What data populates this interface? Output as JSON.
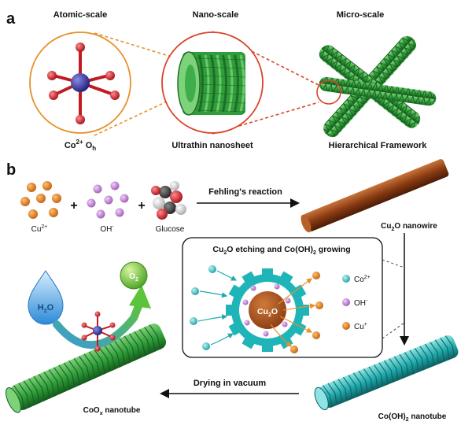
{
  "panels": {
    "a": {
      "letter": "a",
      "scales": {
        "atomic": "Atomic-scale",
        "nano": "Nano-scale",
        "micro": "Micro-scale"
      },
      "captions": {
        "atomic_ion": "Co",
        "atomic_charge": "2+",
        "atomic_geometry": "O",
        "atomic_geometry_sub": "h",
        "nano": "Ultrathin nanosheet",
        "micro": "Hierarchical Framework"
      }
    },
    "b": {
      "letter": "b",
      "reactants": {
        "cu_label": "Cu",
        "cu_charge": "2+",
        "oh_label": "OH",
        "oh_charge": "-",
        "glucose_label": "Glucose",
        "plus": "+"
      },
      "step1": "Fehling's reaction",
      "nanowire": {
        "pre": "Cu",
        "sub": "2",
        "post": "O nanowire"
      },
      "inset": {
        "title_parts": [
          "Cu",
          "2",
          "O etching and Co(OH)",
          "2",
          " growing"
        ],
        "core_pre": "Cu",
        "core_sub": "2",
        "core_post": "O",
        "legend": [
          {
            "label": "Co",
            "sup": "2+",
            "color": "#48c4c8"
          },
          {
            "label": "OH",
            "sup": "-",
            "color": "#c88ad6"
          },
          {
            "label": "Cu",
            "sup": "+",
            "color": "#e07a12"
          }
        ]
      },
      "nanotube_cooh": {
        "pre": "Co(OH)",
        "sub": "2",
        "post": " nanotube"
      },
      "step2": "Drying in vacuum",
      "nanotube_coox": {
        "pre": "CoO",
        "sub": "x",
        "post": " nanotube"
      },
      "water": {
        "pre": "H",
        "sub": "2",
        "post": "O"
      },
      "oxygen": {
        "pre": "O",
        "sub": "2"
      }
    }
  },
  "colors": {
    "cobalt": "#3a3a9c",
    "oxygen_atom": "#d8222e",
    "green": "#2f9e3a",
    "teal": "#1fa9ab",
    "cu2o": "#8a3b12",
    "orange_ring": "#e8902a",
    "red_ring": "#d9452a"
  }
}
